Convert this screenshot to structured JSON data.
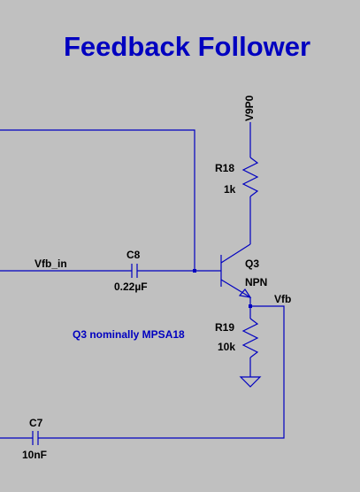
{
  "title": "Feedback Follower",
  "colors": {
    "background": "#c0c0c0",
    "wire": "#0000c0",
    "label": "#000000",
    "accent": "#0000c0"
  },
  "power": {
    "label": "V9P0"
  },
  "resistors": [
    {
      "ref": "R18",
      "value": "1k"
    },
    {
      "ref": "R19",
      "value": "10k"
    }
  ],
  "capacitors": [
    {
      "ref": "C8",
      "value": "0.22µF"
    },
    {
      "ref": "C7",
      "value": "10nF"
    }
  ],
  "transistor": {
    "ref": "Q3",
    "type": "NPN"
  },
  "nets": {
    "input": "Vfb_in",
    "output": "Vfb"
  },
  "note": "Q3 nominally MPSA18"
}
